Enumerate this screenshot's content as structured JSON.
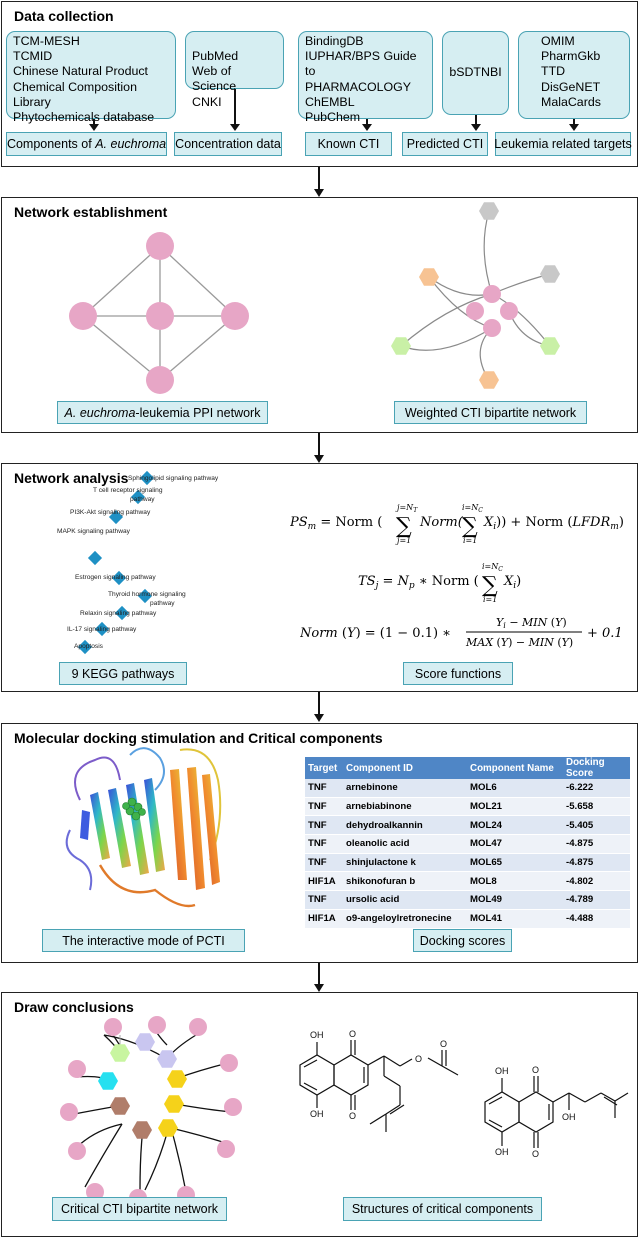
{
  "panels": {
    "data_collection": {
      "title": "Data collection",
      "sources": {
        "herb": [
          "TCM-MESH",
          "TCMID",
          "Chinese Natural Product",
          "Chemical Composition Library",
          "Phytochemicals database"
        ],
        "literature": [
          "PubMed",
          "Web of Science",
          "CNKI"
        ],
        "known": [
          "BindingDB",
          "IUPHAR/BPS Guide to",
          "PHARMACOLOGY",
          "ChEMBL",
          "PubChem"
        ],
        "predicted": [
          "bSDTNBI"
        ],
        "disease": [
          "OMIM",
          "PharmGkb",
          "TTD",
          "DisGeNET",
          "MalaCards"
        ]
      },
      "labels": {
        "components_prefix": "Components of ",
        "components_species": "A. euchroma",
        "concentration": "Concentration data",
        "known_cti": "Known CTI",
        "predicted_cti": "Predicted CTI",
        "leukemia_targets": "Leukemia related targets"
      }
    },
    "network_establishment": {
      "title": "Network establishment",
      "ppi_label_species": "A. euchroma",
      "ppi_label_rest": "-leukemia PPI network",
      "cti_label": "Weighted CTI bipartite network"
    },
    "network_analysis": {
      "title": "Network analysis",
      "kegg_label": "9 KEGG pathways",
      "score_label": "Score functions",
      "pathways": [
        "Sphingolipid signaling pathway",
        "T cell receptor signaling",
        "pathway",
        "PI3K-Akt signaling pathway",
        "MAPK signaling pathway",
        "Estrogen signaling pathway",
        "Thyroid hormone signaling",
        "pathway",
        "Relaxin signaling pathway",
        "IL-17 signaling pathway",
        "Apoptosis"
      ]
    },
    "docking": {
      "title": "Molecular docking stimulation and Critical components",
      "mode_label": "The interactive mode of PCTI",
      "scores_label": "Docking scores",
      "columns": [
        "Target",
        "Component ID",
        "Component Name",
        "Docking Score"
      ],
      "rows": [
        [
          "TNF",
          "arnebinone",
          "MOL6",
          "-6.222"
        ],
        [
          "TNF",
          "arnebiabinone",
          "MOL21",
          "-5.658"
        ],
        [
          "TNF",
          "dehydroalkannin",
          "MOL24",
          "-5.405"
        ],
        [
          "TNF",
          "oleanolic acid",
          "MOL47",
          "-4.875"
        ],
        [
          "TNF",
          "shinjulactone k",
          "MOL65",
          "-4.875"
        ],
        [
          "HIF1A",
          "shikonofuran b",
          "MOL8",
          "-4.802"
        ],
        [
          "TNF",
          "ursolic acid",
          "MOL49",
          "-4.789"
        ],
        [
          "HIF1A",
          "o9-angeloylretronecine",
          "MOL41",
          "-4.488"
        ]
      ]
    },
    "conclusions": {
      "title": "Draw conclusions",
      "network_label": "Critical CTI bipartite network",
      "structures_label": "Structures of critical components",
      "oh": "OH",
      "o": "O"
    }
  },
  "colors": {
    "box_fill": "#d6eef2",
    "box_border": "#4aa3b4",
    "node_pink": "#e7a6c6",
    "gray_hex": "#c8c8c8",
    "orange_hex": "#f7c393",
    "green_hex": "#c9f0a6",
    "kegg_diamond": "#1e90c4",
    "table_header": "#4f86c6"
  }
}
